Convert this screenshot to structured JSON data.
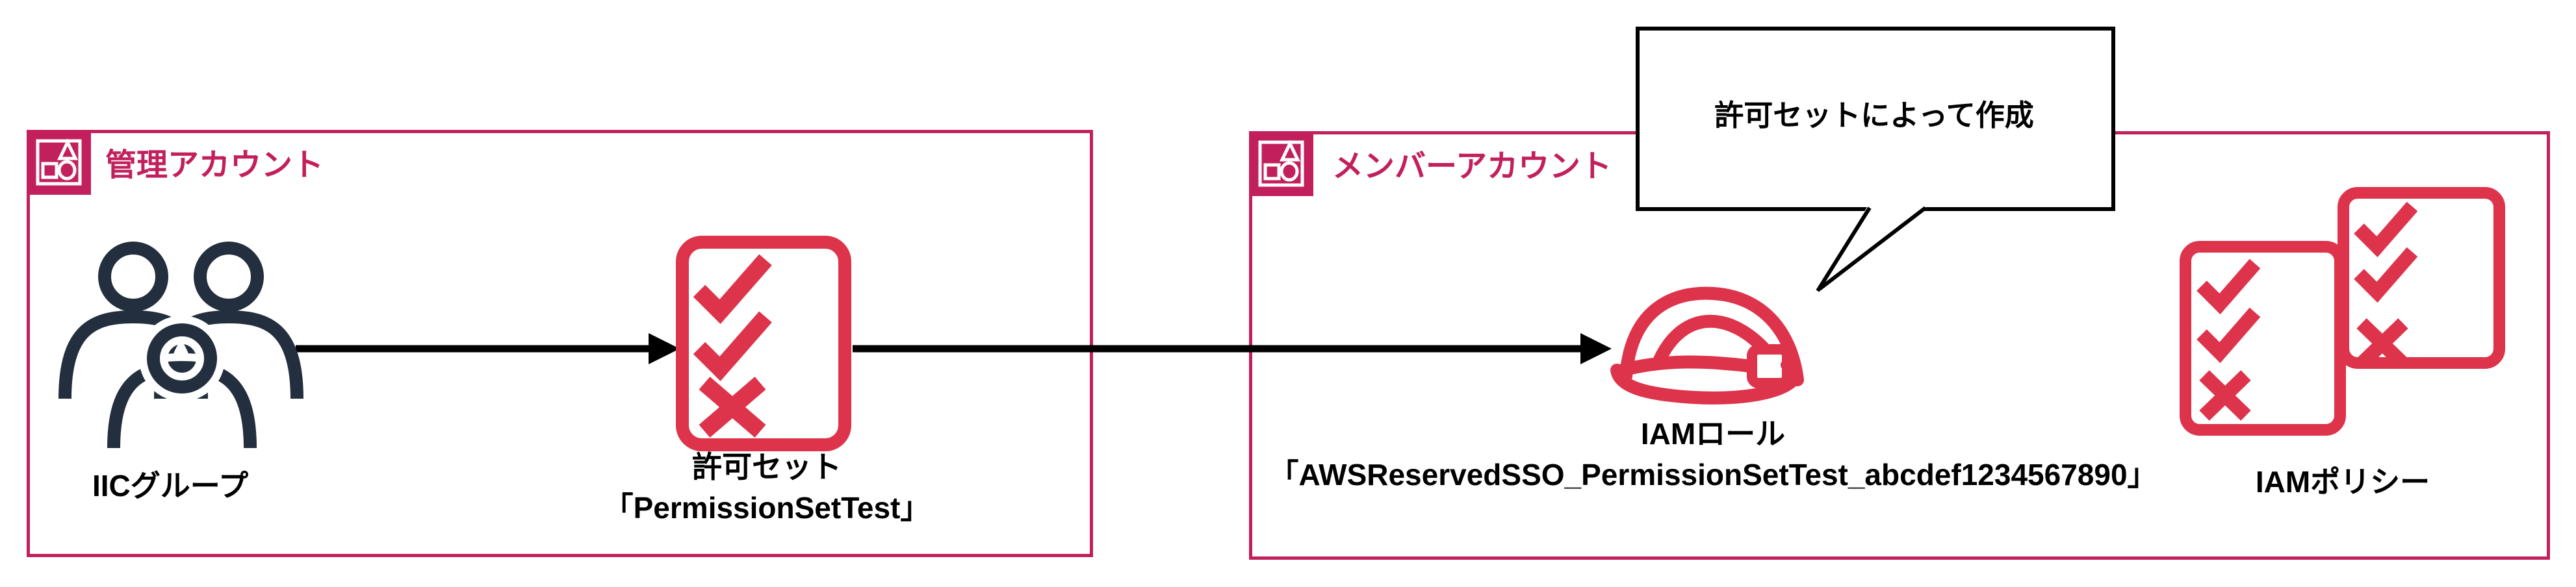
{
  "colors": {
    "account_border_pink": "#C2205C",
    "icon_red": "#DD344C",
    "icon_dark_navy": "#232F3E",
    "arrow_black": "#000000",
    "callout_border": "#000000",
    "background": "#FFFFFF"
  },
  "management_account": {
    "title": "管理アカウント",
    "group_label": "IICグループ",
    "permission_set_label_line1": "許可セット",
    "permission_set_label_line2": "「PermissionSetTest」"
  },
  "member_account": {
    "title": "メンバーアカウント",
    "iam_role_label_line1": "IAMロール",
    "iam_role_label_line2": "「AWSReservedSSO_PermissionSetTest_abcdef1234567890」",
    "iam_policy_label": "IAMポリシー"
  },
  "callout": {
    "text": "許可セットによって作成"
  },
  "icons": {
    "management_badge": "aws-account-badge",
    "member_badge": "aws-account-badge",
    "group": "users-group-icon",
    "permission_set": "checklist-document-icon",
    "iam_role": "hard-hat-icon",
    "iam_policy": "stacked-checklist-documents-icon"
  }
}
